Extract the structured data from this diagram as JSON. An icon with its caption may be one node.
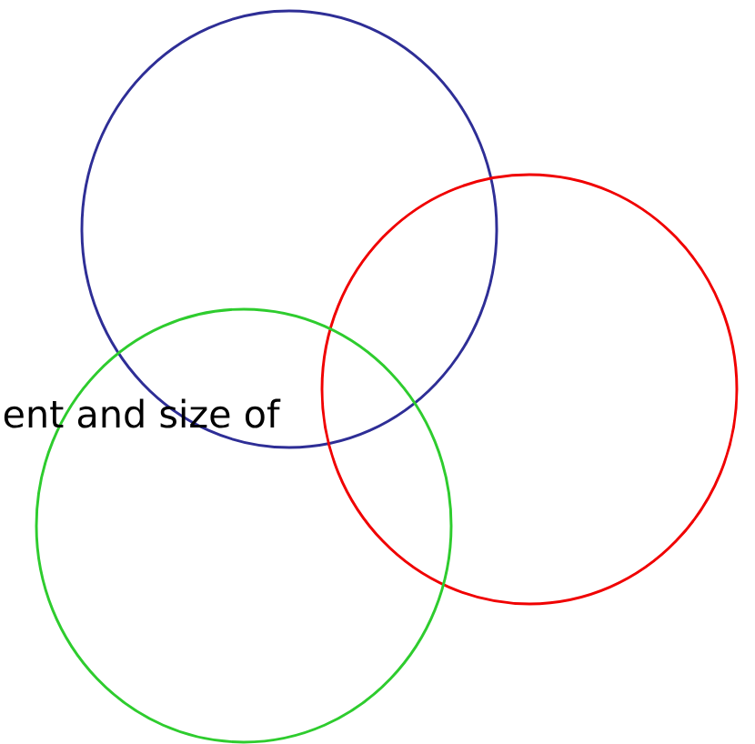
{
  "diagram": {
    "nodes": [
      {
        "text": [],
        "shape": "circle"
      },
      {
        "text": [],
        "shape": "circle"
      },
      {
        "text": [],
        "shape": "circle"
      }
    ],
    "labels": [
      "ent and size of"
    ]
  }
}
